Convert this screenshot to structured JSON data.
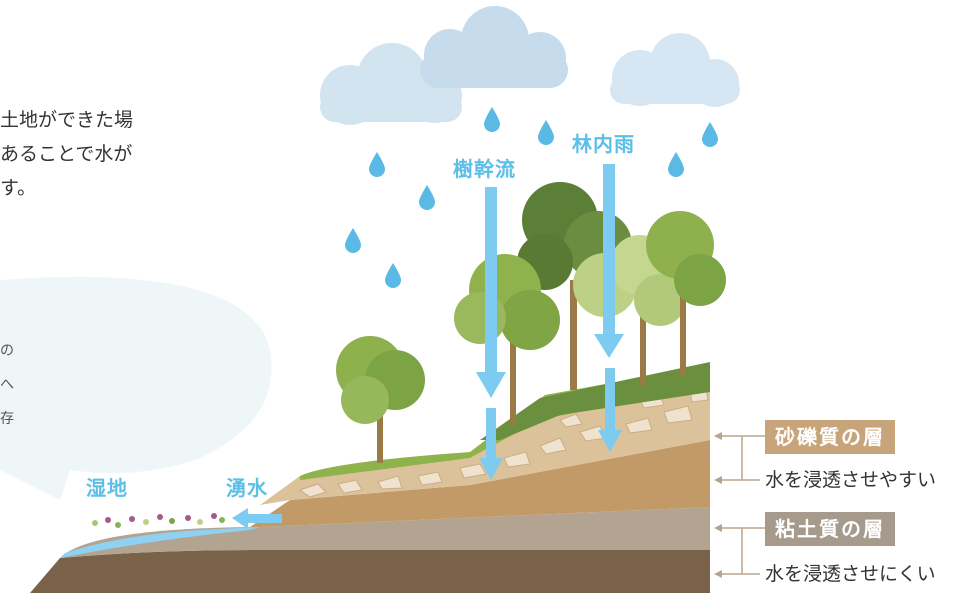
{
  "intro": {
    "line1": "土地ができた場",
    "line2": "あることで水が",
    "line3": "す。"
  },
  "bubble": {
    "line1": "の",
    "line2": "へ",
    "line3": "存"
  },
  "labels": {
    "stemflow": "樹幹流",
    "throughfall": "林内雨",
    "wetland": "湿地",
    "spring": "湧水"
  },
  "legend": {
    "gravel_title": "砂礫質の層",
    "gravel_desc": "水を浸透させやすい",
    "clay_title": "粘土質の層",
    "clay_desc": "水を浸透させにくい"
  },
  "colors": {
    "water": "#7dcbf0",
    "label_blue": "#5bbfe8",
    "gravel_tag": "#c8a47a",
    "clay_tag": "#a59a8c",
    "cloud": "#d3e4f1"
  }
}
